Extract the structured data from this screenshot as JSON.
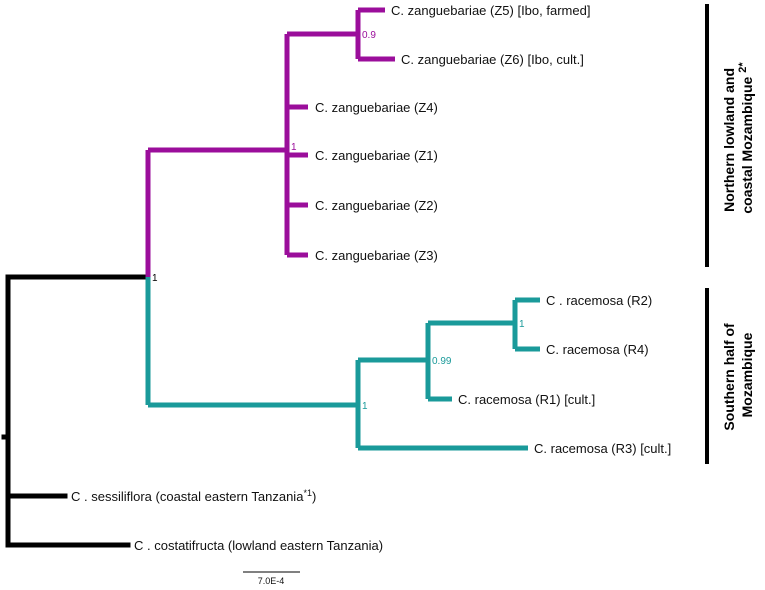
{
  "colors": {
    "northern_clade": "#9b0e9b",
    "southern_clade": "#1a9a9a",
    "outgroup": "#000000"
  },
  "leaves": [
    {
      "name": "C. zanguebariae  (Z5) [Ibo, farmed]"
    },
    {
      "name": "C. zanguebariae  (Z6) [Ibo, cult.]"
    },
    {
      "name": "C. zanguebariae  (Z4)"
    },
    {
      "name": "C. zanguebariae  (Z1)"
    },
    {
      "name": "C. zanguebariae  (Z2)"
    },
    {
      "name": "C. zanguebariae  (Z3)"
    },
    {
      "name": "C . racemosa  (R2)"
    },
    {
      "name": "C. racemosa  (R4)"
    },
    {
      "name": "C. racemosa  (R1) [cult.]"
    },
    {
      "name": "C. racemosa  (R3) [cult.]"
    },
    {
      "name": "C . sessiliflora  (coastal eastern Tanzania",
      "sup": "*1",
      "suffix": ")"
    },
    {
      "name": "C . costatifructa  (lowland eastern Tanzania)"
    }
  ],
  "support_values": {
    "z5_z6": "0.9",
    "zanguebariae": "1",
    "root_ingroup": "1",
    "racemosa": "1",
    "r_inner": "0.99",
    "r2_r4": "1"
  },
  "regions": {
    "northern": {
      "line1": "Northern lowland and",
      "line2": "coastal Mozambique ",
      "sup": "2*"
    },
    "southern": {
      "line1": "Southern half of",
      "line2": "Mozambique"
    }
  },
  "scale_bar": {
    "label": "7.0E-4"
  }
}
